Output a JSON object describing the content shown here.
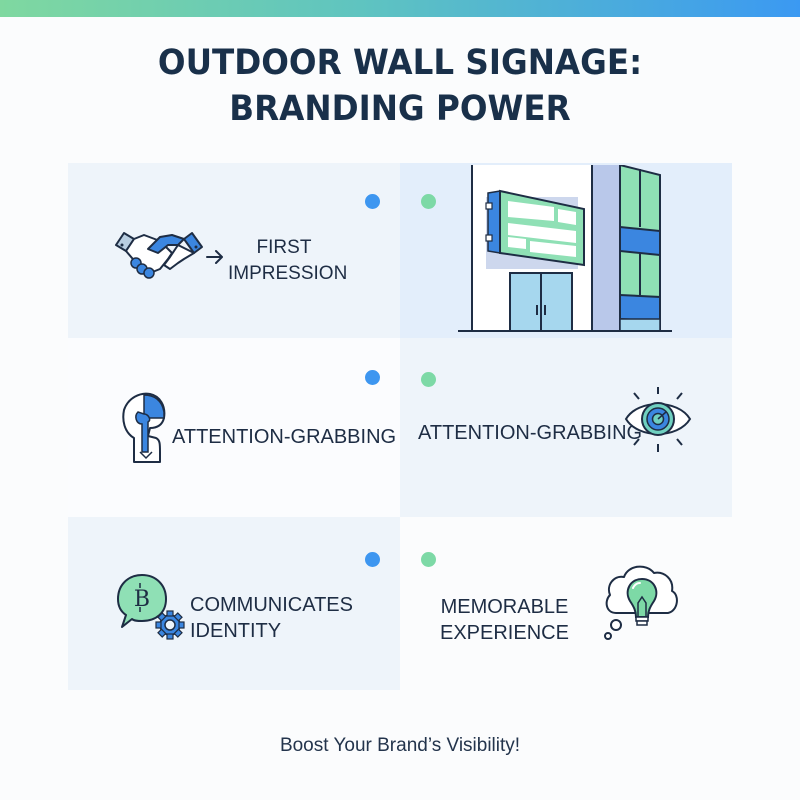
{
  "header": {
    "title_line1": "OUTDOOR WALL SIGNAGE:",
    "title_line2": "BRANDING POWER"
  },
  "colors": {
    "gradient_start": "#7fd8a0",
    "gradient_end": "#3b99f2",
    "dot_blue": "#3d96f0",
    "dot_green": "#7dd9a6",
    "text_dark": "#1e2d44"
  },
  "cells": [
    {
      "label_line1": "FIRST",
      "label_line2": "IMPRESSION",
      "icon": "handshake-arrow-icon"
    },
    {
      "icon": "storefront-building-icon"
    },
    {
      "label_line1": "ATTENTION-GRABBING",
      "icon": "head-profile-icon"
    },
    {
      "label_line1": "ATTENTION-GRABBING",
      "icon": "eye-target-icon"
    },
    {
      "label_line1": "COMMUNICATES",
      "label_line2": "IDENTITY",
      "icon": "chat-bitcoin-gear-icon"
    },
    {
      "label_line1": "MEMORABLE",
      "label_line2": "EXPERIENCE",
      "icon": "thought-lightbulb-icon"
    }
  ],
  "footer": {
    "tagline": "Boost Your Brand’s Visibility!"
  }
}
